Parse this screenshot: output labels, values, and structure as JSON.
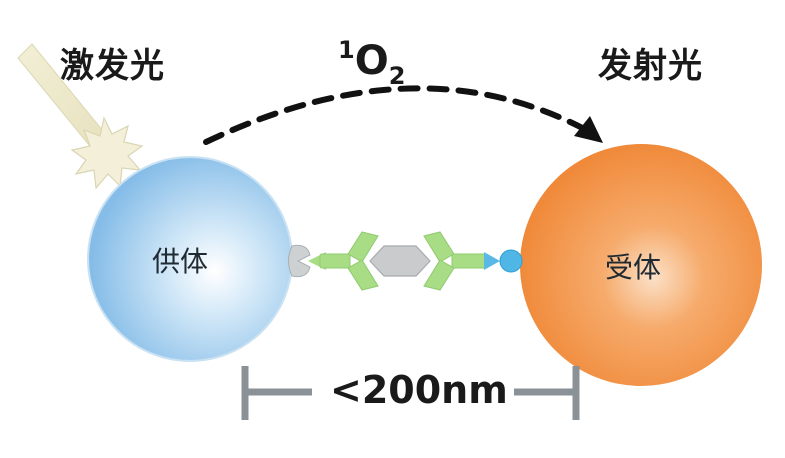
{
  "labels": {
    "excitation": "激发光",
    "emission": "发射光",
    "singlet_oxygen": {
      "pre": "1",
      "main": "O",
      "sub": "2"
    },
    "donor": "供体",
    "acceptor": "受体",
    "distance": "<200nm"
  },
  "colors": {
    "donor": "#8ec3ea",
    "acceptor": "#f08a3c",
    "antibody": "#a8dd86",
    "antigen": "#c9cbcc",
    "beam": "#eeeacd",
    "arrow": "#111111",
    "bracket": "#8a9197"
  }
}
